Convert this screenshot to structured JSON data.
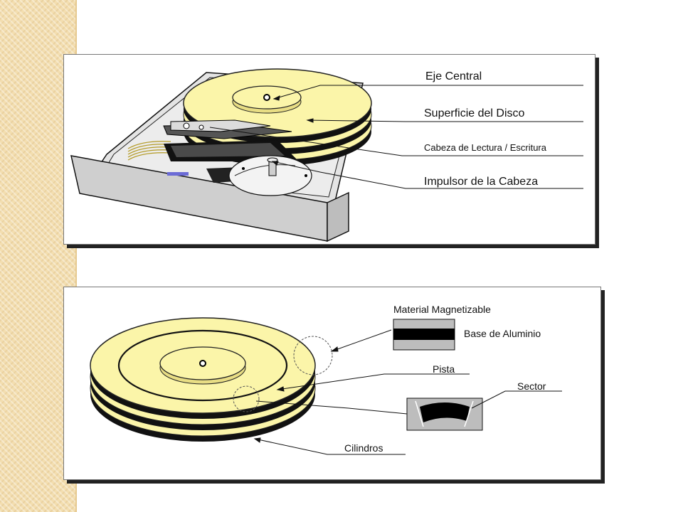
{
  "top_diagram": {
    "labels": {
      "eje_central": "Eje Central",
      "superficie": "Superficie del Disco",
      "cabeza": "Cabeza de Lectura / Escritura",
      "impulsor": "Impulsor de la Cabeza"
    }
  },
  "bottom_diagram": {
    "labels": {
      "material": "Material Magnetizable",
      "base": "Base de Aluminio",
      "pista": "Pista",
      "sector": "Sector",
      "cilindros": "Cilindros"
    }
  },
  "colors": {
    "platter": "#fbf5a9",
    "platter_edge": "#d9cf6a",
    "chassis": "#d4d4d4",
    "strip": "#f3deb0"
  }
}
